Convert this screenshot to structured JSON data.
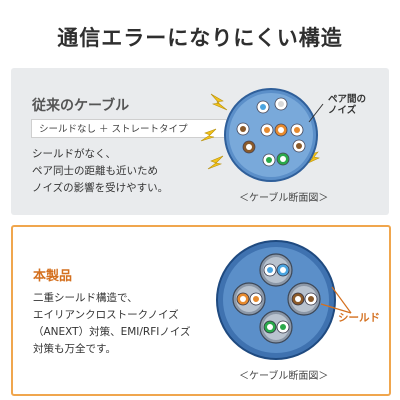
{
  "title": "通信エラーになりにくい構造",
  "old": {
    "heading": "従来のケーブル",
    "tag": "シールドなし ＋ ストレートタイプ",
    "desc": [
      "シールドがなく、",
      "ペア同士の距離も近いため",
      "ノイズの影響を受けやすい。"
    ],
    "callout": [
      "ペア間の",
      "ノイズ"
    ],
    "caption": "＜ケーブル断面図＞"
  },
  "new": {
    "heading": "本製品",
    "desc": [
      "二重シールド構造で、",
      "エイリアンクロストークノイズ",
      "（ANEXT）対策、EMI/RFIノイズ",
      "対策も万全です。"
    ],
    "callout": "シールド",
    "caption": "＜ケーブル断面図＞"
  },
  "colors": {
    "accent": "#f0a64d",
    "accent_text": "#d4701f",
    "panel_bg": "#e9ebed",
    "cable_blue": "#5b8fc9"
  }
}
